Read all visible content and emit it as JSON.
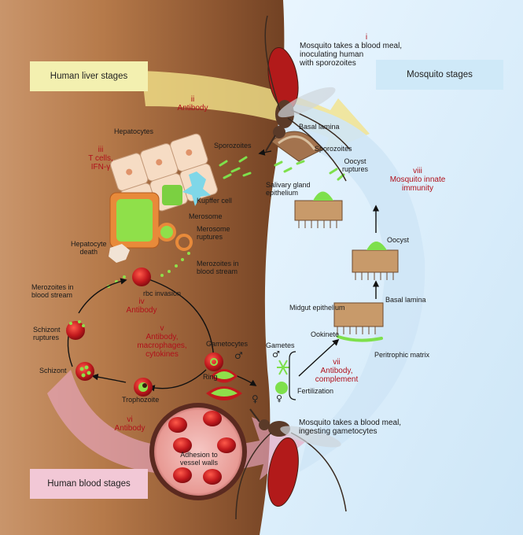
{
  "stage_boxes": {
    "human_liver": "Human liver stages",
    "mosquito": "Mosquito stages",
    "human_blood": "Human blood stages"
  },
  "interventions": {
    "i": {
      "num": "i",
      "text_line1": "Mosquito takes a blood meal,",
      "text_line2": "inoculating human",
      "text_line3": "with sporozoites"
    },
    "ii": {
      "num": "ii",
      "text": "Antibody"
    },
    "iii": {
      "num": "iii",
      "text_line1": "T cells,",
      "text_line2": "IFN-γ"
    },
    "iv": {
      "num": "iv",
      "text": "Antibody"
    },
    "v": {
      "num": "v",
      "text_line1": "Antibody,",
      "text_line2": "macrophages,",
      "text_line3": "cytokines"
    },
    "vi": {
      "num": "vi",
      "text": "Antibody"
    },
    "vii": {
      "num": "vii",
      "text_line1": "Antibody,",
      "text_line2": "complement"
    },
    "viii": {
      "num": "viii",
      "text_line1": "Mosquito innate",
      "text_line2": "immunity"
    }
  },
  "labels": {
    "hepatocytes": "Hepatocytes",
    "sporozoites_liver": "Sporozoites",
    "kupffer": "Kupffer cell",
    "merosome": "Merosome",
    "merosome_ruptures_1": "Merosome",
    "merosome_ruptures_2": "ruptures",
    "hepatocyte_death_1": "Hepatocyte",
    "hepatocyte_death_2": "death",
    "merozoites_blood_r1": "Merozoites in",
    "merozoites_blood_r2": "blood stream",
    "merozoites_blood_l1": "Merozoites in",
    "merozoites_blood_l2": "blood stream",
    "rbc_invasion": "rbc invasion",
    "schizont_ruptures_1": "Schizont",
    "schizont_ruptures_2": "ruptures",
    "schizont": "Schizont",
    "ring": "Ring",
    "trophozoite": "Trophozoite",
    "gametocytes": "Gametocytes",
    "adhesion_1": "Adhesion to",
    "adhesion_2": "vessel walls",
    "basal_lamina_top": "Basal lamina",
    "sporozoites_mosq": "Sporozoites",
    "salivary_1": "Salivary gland",
    "salivary_2": "epithelium",
    "oocyst_ruptures_1": "Oocyst",
    "oocyst_ruptures_2": "ruptures",
    "oocyst": "Oocyst",
    "midgut": "Midgut epithelium",
    "basal_lamina_mid": "Basal lamina",
    "ookinete": "Ookinete",
    "peritrophic": "Peritrophic matrix",
    "gametes": "Gametes",
    "fertilization": "Fertilization",
    "blood_meal_gam_1": "Mosquito takes a blood meal,",
    "blood_meal_gam_2": "ingesting gametocytes"
  },
  "symbols": {
    "male": "♂",
    "female": "♀"
  },
  "colors": {
    "skin": "#a8683c",
    "mosquito_bg": "#dcefff",
    "liver_box": "#f3f0b0",
    "mosquito_box": "#cfe9f8",
    "blood_box": "#f2c8d6",
    "intervention_red": "#b0101a",
    "rbc": "#c21a1e",
    "parasite_green": "#6fd13a"
  }
}
